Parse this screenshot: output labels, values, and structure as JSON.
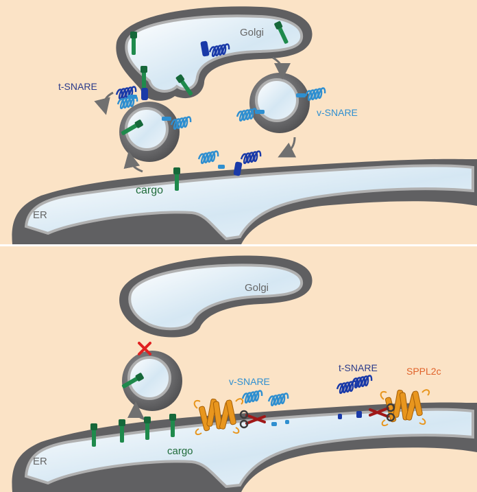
{
  "top": {
    "golgi": "Golgi",
    "t_snare": "t-SNARE",
    "v_snare": "v-SNARE",
    "cargo": "cargo",
    "er": "ER"
  },
  "bottom": {
    "golgi": "Golgi",
    "v_snare": "v-SNARE",
    "t_snare": "t-SNARE",
    "sppl2c": "SPPL2c",
    "cargo": "cargo",
    "er": "ER"
  },
  "colors": {
    "background": "#fbe3c6",
    "membrane": "#6b6b6d",
    "lumen": "#dbeaf4",
    "cargo": "#1f8a4c",
    "v_snare": "#2f8fd0",
    "t_snare": "#1a3aa8",
    "sppl2c": "#e8961e",
    "block_x": "#e02020",
    "scissors": "#a01818"
  }
}
